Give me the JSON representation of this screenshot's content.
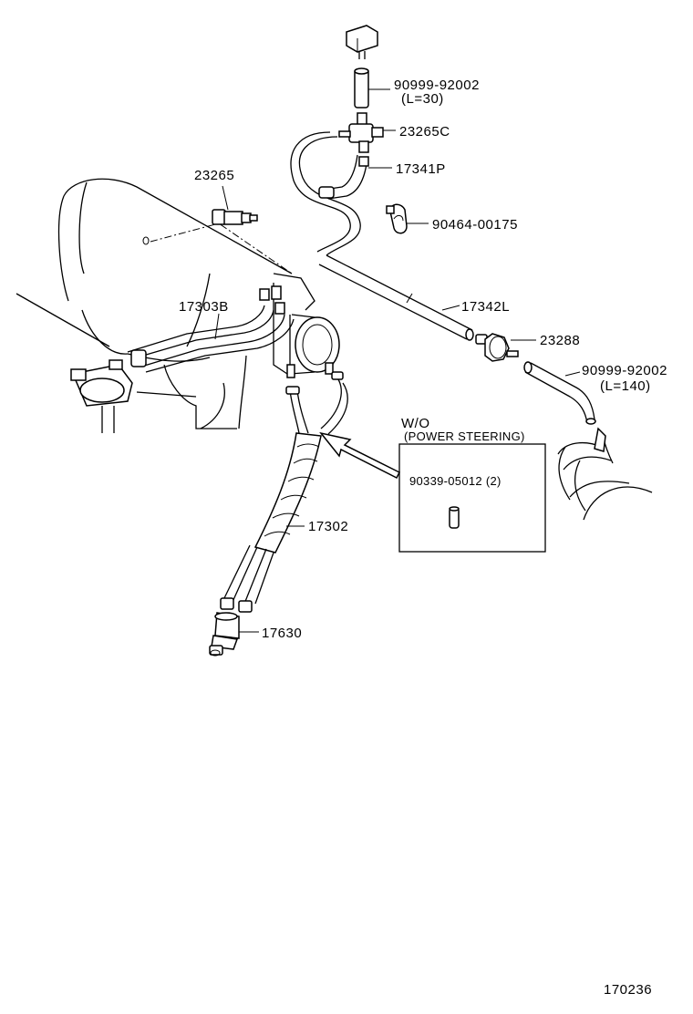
{
  "labels": {
    "hose_90999_92002_top": "90999-92002",
    "hose_90999_92002_top_len": "(L=30)",
    "vsv_23265c": "23265C",
    "hose_17341p": "17341P",
    "clip_90464_00175": "90464-00175",
    "filter_23265": "23265",
    "hose_17342l": "17342L",
    "damper_23288": "23288",
    "hose_90999_92002_right": "90999-92002",
    "hose_90999_92002_right_len": "(L=140)",
    "hose_17303b": "17303B",
    "hose_17302": "17302",
    "valve_17630": "17630"
  },
  "inset": {
    "heading": "W/O",
    "subheading": "(POWER STEERING)",
    "part": "90339-05012 (2)"
  },
  "figure_number": "170236"
}
